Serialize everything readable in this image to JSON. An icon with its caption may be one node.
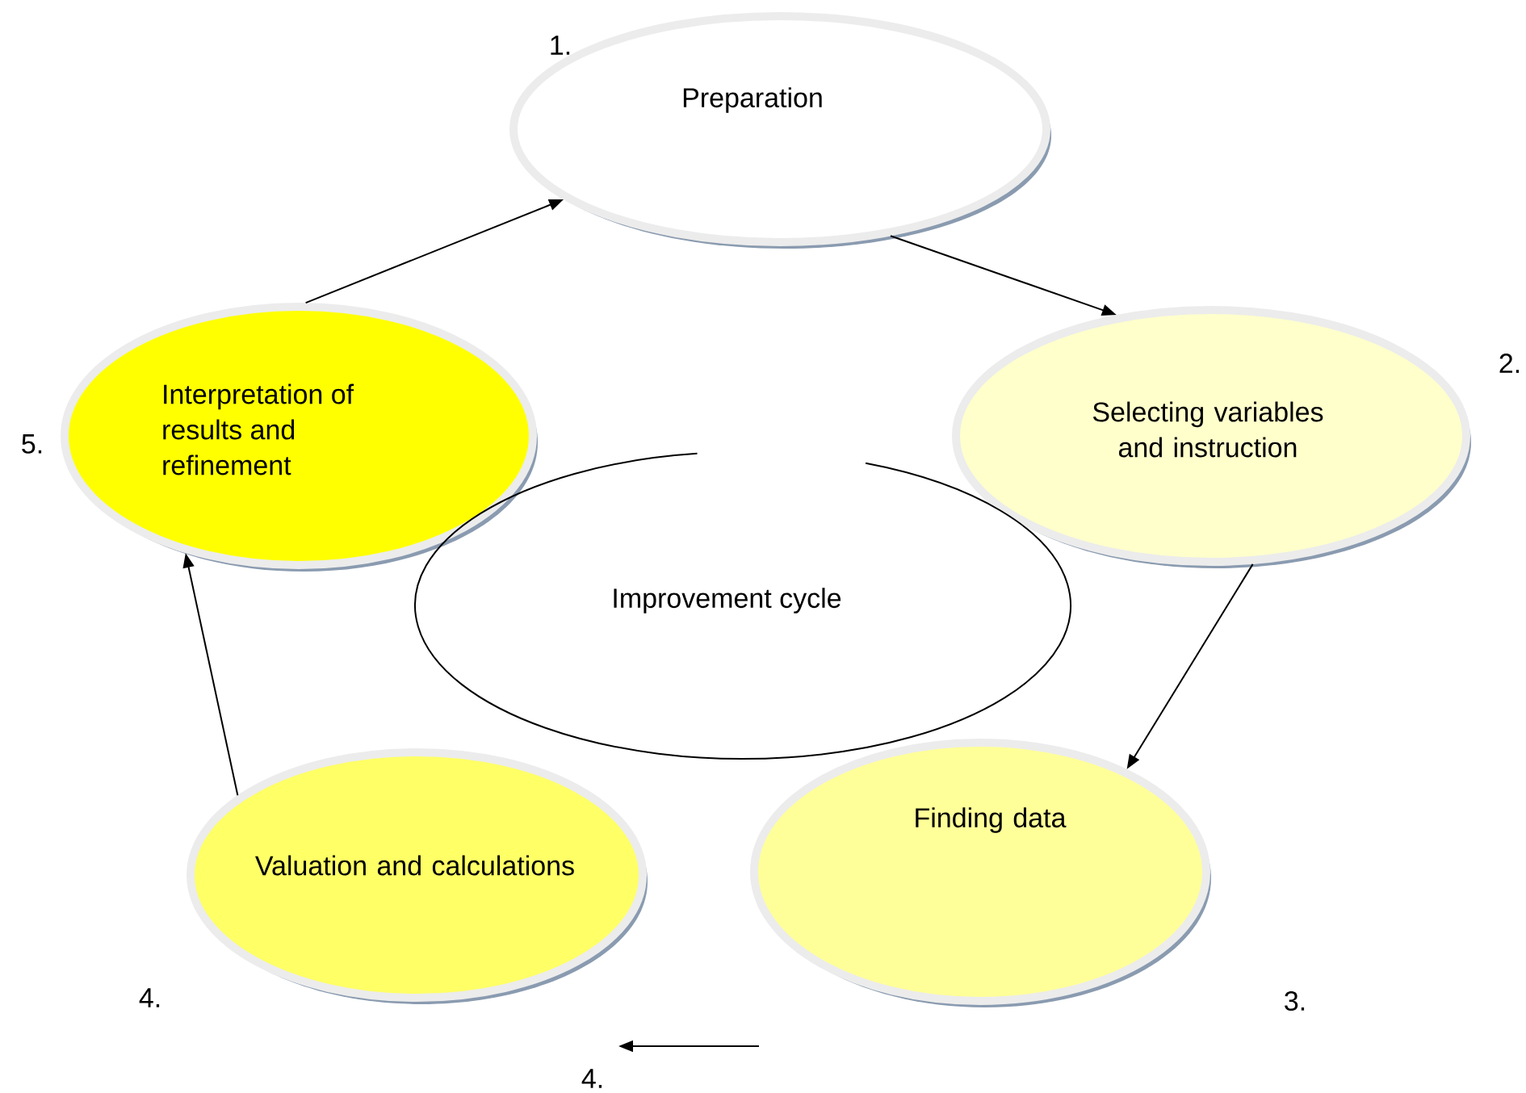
{
  "diagram": {
    "nodes": [
      {
        "text": [
          "Preparation"
        ],
        "beside": [
          "1."
        ]
      },
      {
        "text": [
          "Selecting variables and instruction"
        ],
        "beside": [
          "2."
        ]
      },
      {
        "text": [
          "Finding data"
        ],
        "beside": [
          "3."
        ]
      },
      {
        "text": [
          "Valuation and calculations"
        ],
        "beside": [
          "4."
        ]
      },
      {
        "text": [
          "Interpretation of results and refinement"
        ],
        "beside": [
          "5."
        ]
      },
      {
        "text": [
          "Improvement cycle"
        ]
      }
    ],
    "edges": [
      {
        "from": 4,
        "to": 0,
        "arrow": "to"
      },
      {
        "from": 0,
        "to": 1,
        "arrow": "to"
      },
      {
        "from": 1,
        "to": 2,
        "arrow": "to"
      },
      {
        "from": 3,
        "to": 4,
        "arrow": "to"
      }
    ],
    "labels": [
      "4."
    ]
  }
}
